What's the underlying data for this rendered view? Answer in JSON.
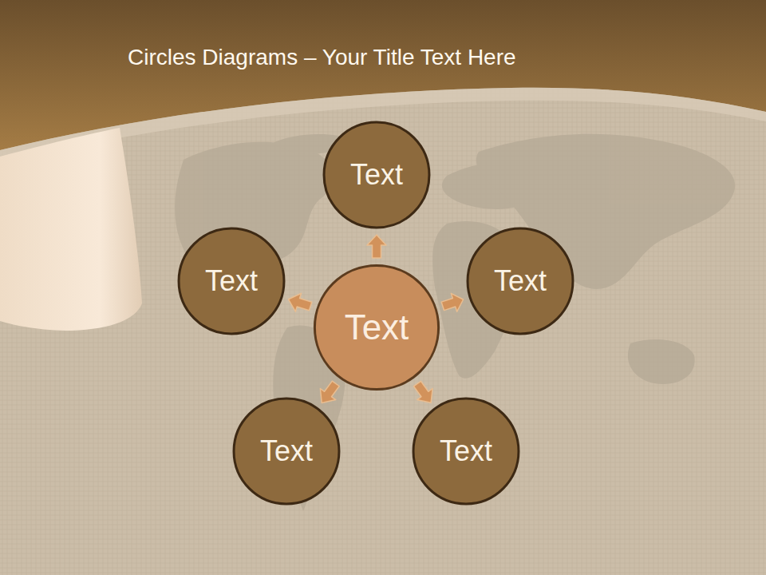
{
  "diagram": {
    "title": "Circles Diagrams – Your Title Text Here",
    "nodes": [
      {
        "text": [
          "Text"
        ]
      },
      {
        "text": [
          "Text"
        ]
      },
      {
        "text": [
          "Text"
        ]
      },
      {
        "text": [
          "Text"
        ]
      },
      {
        "text": [
          "Text"
        ]
      },
      {
        "text": [
          "Text"
        ]
      }
    ],
    "edges": [
      {
        "from": 3,
        "to": 0,
        "arrow": "to"
      },
      {
        "from": 3,
        "to": 1,
        "arrow": "to"
      },
      {
        "from": 3,
        "to": 2,
        "arrow": "to"
      },
      {
        "from": 3,
        "to": 4,
        "arrow": "to"
      },
      {
        "from": 3,
        "to": 5,
        "arrow": "to"
      }
    ]
  }
}
